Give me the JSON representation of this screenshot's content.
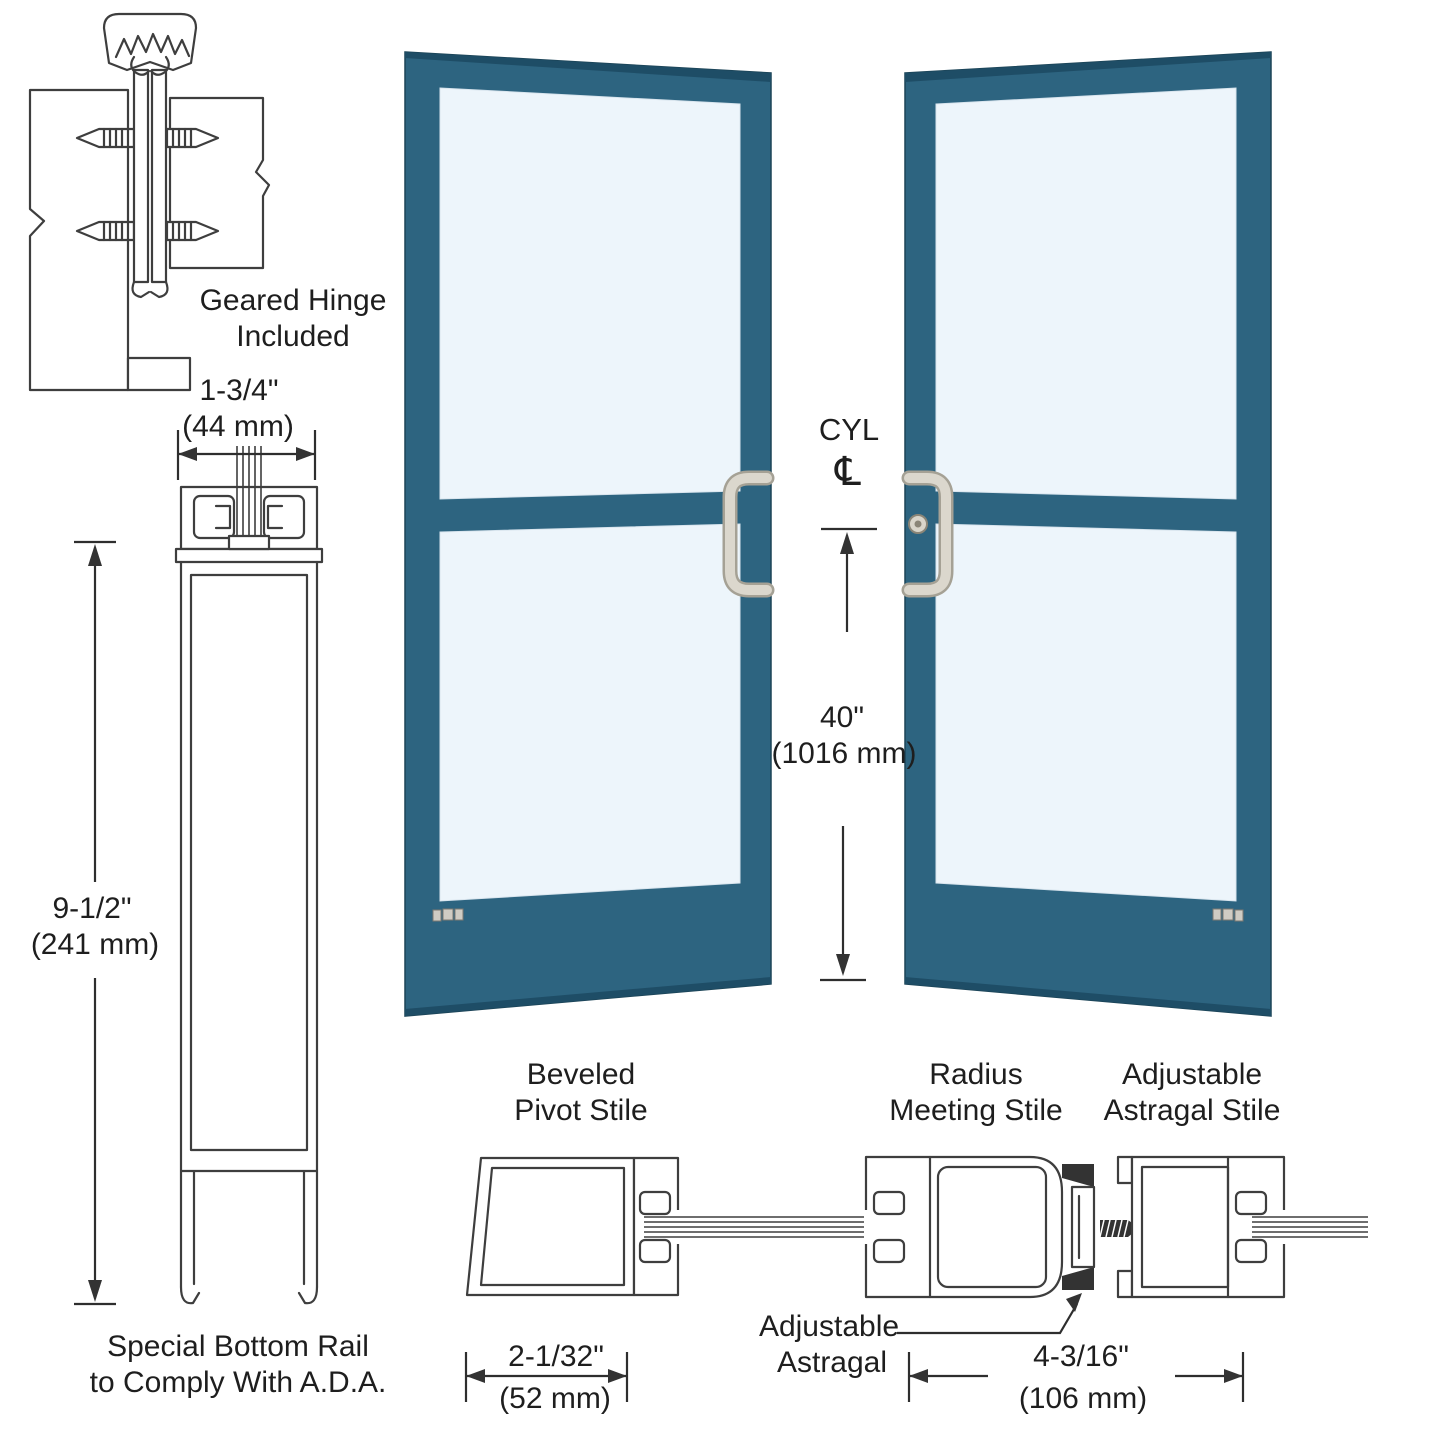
{
  "colors": {
    "door_frame": "#2d6480",
    "door_edge": "#1e4d66",
    "glass": "#edf5fb",
    "handle": "#dbd7cd",
    "linework": "#3e3e3e"
  },
  "hinge_note": {
    "line1": "Geared Hinge",
    "line2": "Included"
  },
  "dimensions": {
    "stile_width": {
      "inches": "1-3/4\"",
      "metric": "(44 mm)"
    },
    "bottom_rail_height": {
      "inches": "9-1/2\"",
      "metric": "(241 mm)"
    },
    "cylinder_height": {
      "inches": "40\"",
      "metric": "(1016 mm)"
    },
    "pivot_stile_width": {
      "inches": "2-1/32\"",
      "metric": "(52 mm)"
    },
    "astragal_assembly_width": {
      "inches": "4-3/16\"",
      "metric": "(106 mm)"
    }
  },
  "cylinder_callout": {
    "label": "CYL",
    "centerline": "℄"
  },
  "section_labels": {
    "pivot_stile": {
      "line1": "Beveled",
      "line2": "Pivot Stile"
    },
    "meeting_stile": {
      "line1": "Radius",
      "line2": "Meeting Stile"
    },
    "astragal_stile": {
      "line1": "Adjustable",
      "line2": "Astragal Stile"
    },
    "astragal": {
      "line1": "Adjustable",
      "line2": "Astragal"
    }
  },
  "bottom_rail_note": {
    "line1": "Special Bottom Rail",
    "line2": "to Comply With A.D.A."
  }
}
